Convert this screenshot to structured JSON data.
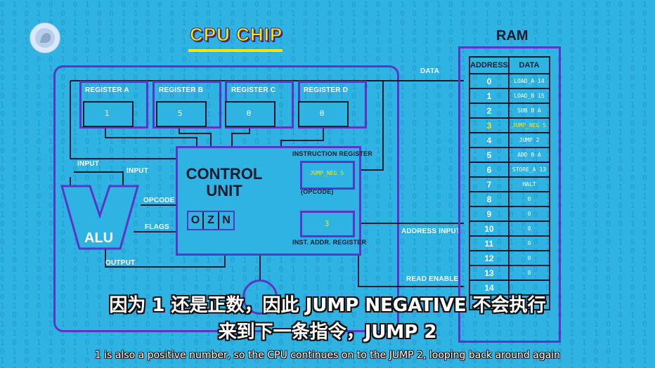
{
  "title": "CPU CHIP",
  "ram_title": "RAM",
  "registers": [
    {
      "label": "REGISTER A",
      "value": "1"
    },
    {
      "label": "REGISTER B",
      "value": "5"
    },
    {
      "label": "REGISTER C",
      "value": "0"
    },
    {
      "label": "REGISTER D",
      "value": "0"
    }
  ],
  "control_unit": {
    "line1": "CONTROL",
    "line2": "UNIT"
  },
  "instruction_register": {
    "label": "INSTRUCTION REGISTER",
    "value": "JUMP_NEG 5",
    "sublabel": "(OPCODE)"
  },
  "inst_addr_register": {
    "label": "INST. ADDR. REGISTER",
    "value": "3"
  },
  "flags": [
    "O",
    "Z",
    "N"
  ],
  "alu": {
    "label": "ALU",
    "input1": "INPUT",
    "input2": "INPUT",
    "opcode": "OPCODE",
    "flags": "FLAGS",
    "output": "OUTPUT"
  },
  "bus_labels": {
    "data": "DATA",
    "address_input": "ADDRESS INPUT",
    "read_enable": "READ ENABLE"
  },
  "ram": {
    "headers": [
      "ADDRESS",
      "DATA"
    ],
    "rows": [
      {
        "addr": "0",
        "data": "LOAD_A 14"
      },
      {
        "addr": "1",
        "data": "LOAD_B 15"
      },
      {
        "addr": "2",
        "data": "SUB B A"
      },
      {
        "addr": "3",
        "data": "JUMP_NEG 5"
      },
      {
        "addr": "4",
        "data": "JUMP 2"
      },
      {
        "addr": "5",
        "data": "ADD B A"
      },
      {
        "addr": "6",
        "data": "STORE_A 13"
      },
      {
        "addr": "7",
        "data": "HALT"
      },
      {
        "addr": "8",
        "data": "0"
      },
      {
        "addr": "9",
        "data": "0"
      },
      {
        "addr": "10",
        "data": "0"
      },
      {
        "addr": "11",
        "data": "0"
      },
      {
        "addr": "12",
        "data": "0"
      },
      {
        "addr": "13",
        "data": "0"
      },
      {
        "addr": "14",
        "data": ""
      },
      {
        "addr": "...",
        "data": "..."
      }
    ],
    "highlight_index": 3
  },
  "subtitles": {
    "zh_line1": "因为 1 还是正数，因此 JUMP NEGATIVE 不会执行",
    "zh_line2": "来到下一条指令，JUMP 2",
    "en": "1 is also a positive number, so the CPU continues on to the JUMP 2, looping back around again"
  },
  "colors": {
    "background": "#2fb3e3",
    "chip_border": "#5a35c8",
    "highlight": "#ffe600"
  },
  "icons": {
    "logo": "pbs-logo-icon",
    "clock": "clock-icon"
  }
}
